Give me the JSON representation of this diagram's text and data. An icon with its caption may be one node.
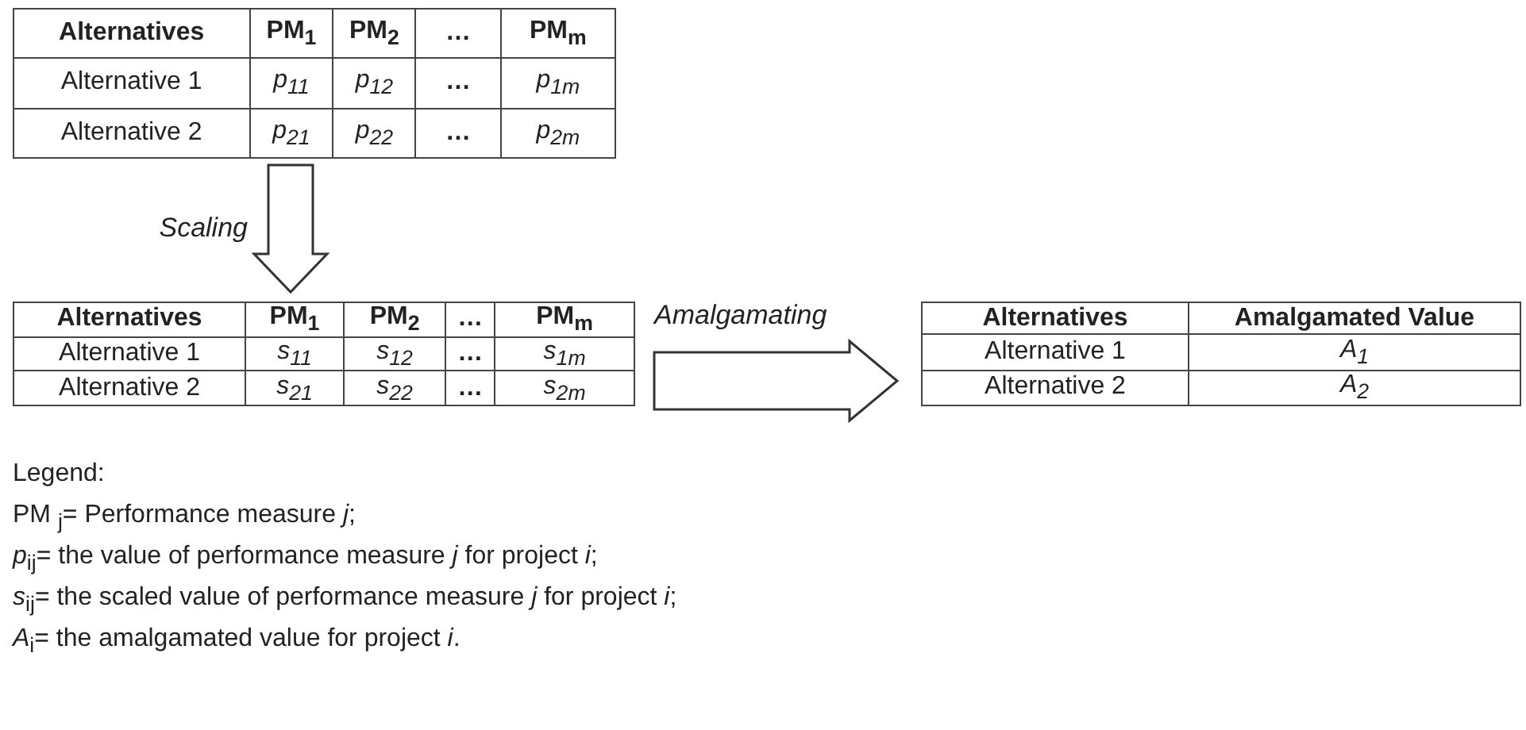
{
  "diagram": {
    "nodes": [
      {
        "text": [
          "Alternatives",
          "PM$_{1}$",
          "PM$_{2}$",
          "…",
          "PM$_{m}$",
          "Alternative 1",
          "p$_{11}$",
          "p$_{12}$",
          "…",
          "p$_{1m}$",
          "Alternative 2",
          "p$_{21}$",
          "p$_{22}$",
          "…",
          "p$_{2m}$"
        ]
      },
      {
        "text": [
          "Alternatives",
          "PM$_{1}$",
          "PM$_{2}$",
          "…",
          "PM$_{m}$",
          "Alternative 1",
          "s$_{11}$",
          "s$_{12}$",
          "…",
          "s$_{1m}$",
          "Alternative 2",
          "s$_{21}$",
          "s$_{22}$",
          "…",
          "s$_{2m}$"
        ]
      },
      {
        "text": [
          "Alternatives",
          "Amalgamated Value",
          "Alternative 1",
          "A$_{1}$",
          "Alternative 2",
          "A$_{2}$"
        ]
      }
    ],
    "edges": [
      {
        "from": 0,
        "to": 1,
        "arrow": "to",
        "label": "Scaling"
      },
      {
        "from": 1,
        "to": 2,
        "arrow": "to",
        "label": "Amalgamating"
      }
    ],
    "labels": [
      "Legend:",
      "PM $_{j}$= Performance measure *j*;",
      "*p*$_{ij}$= the value of performance measure *j* for project *i*;",
      "*s*$_{ij}$= the scaled value of performance measure *j* for project *i*;",
      "*A*$_{i}$= the amalgamated value for project *i*."
    ]
  }
}
